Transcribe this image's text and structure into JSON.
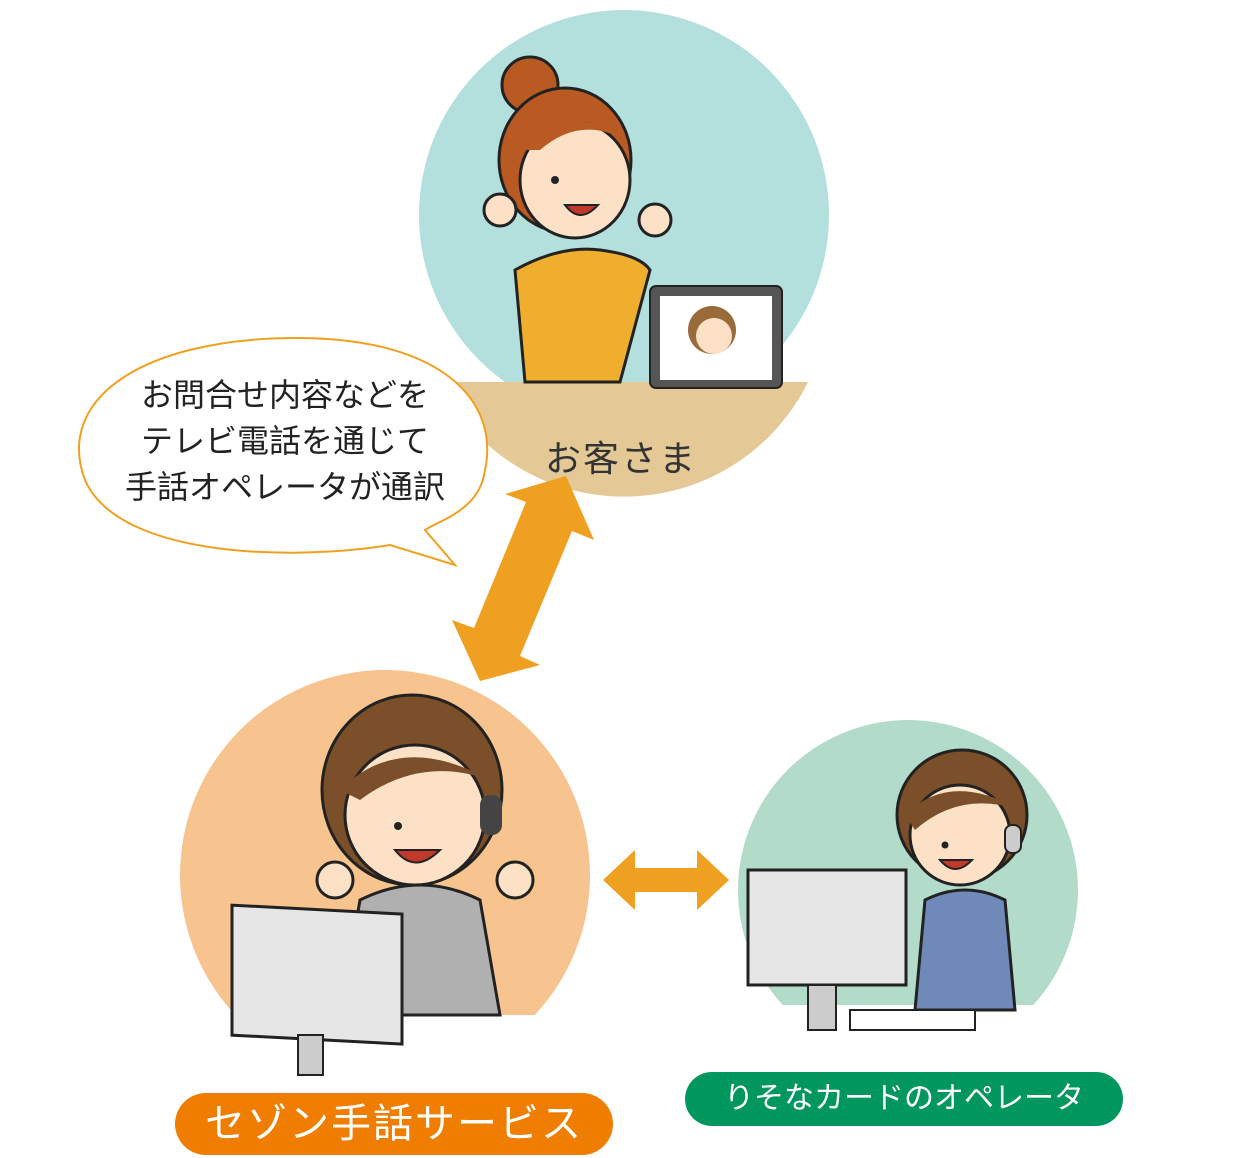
{
  "bubble": {
    "lines": [
      "お問合せ内容などを",
      "テレビ電話を通じて",
      "手話オペレータが通訳"
    ]
  },
  "customer": {
    "label": "お客さま"
  },
  "sign_service": {
    "label": "セゾン手話サービス"
  },
  "operator": {
    "label": "りそなカードのオペレータ"
  },
  "colors": {
    "customer_circle": "#b3dfdd",
    "service_circle": "#f7c38e",
    "operator_circle": "#b3dbc9",
    "arrow": "#f0a020",
    "service_pill": "#ee7d00",
    "operator_pill": "#00975f",
    "bubble_border": "#f0a020"
  }
}
